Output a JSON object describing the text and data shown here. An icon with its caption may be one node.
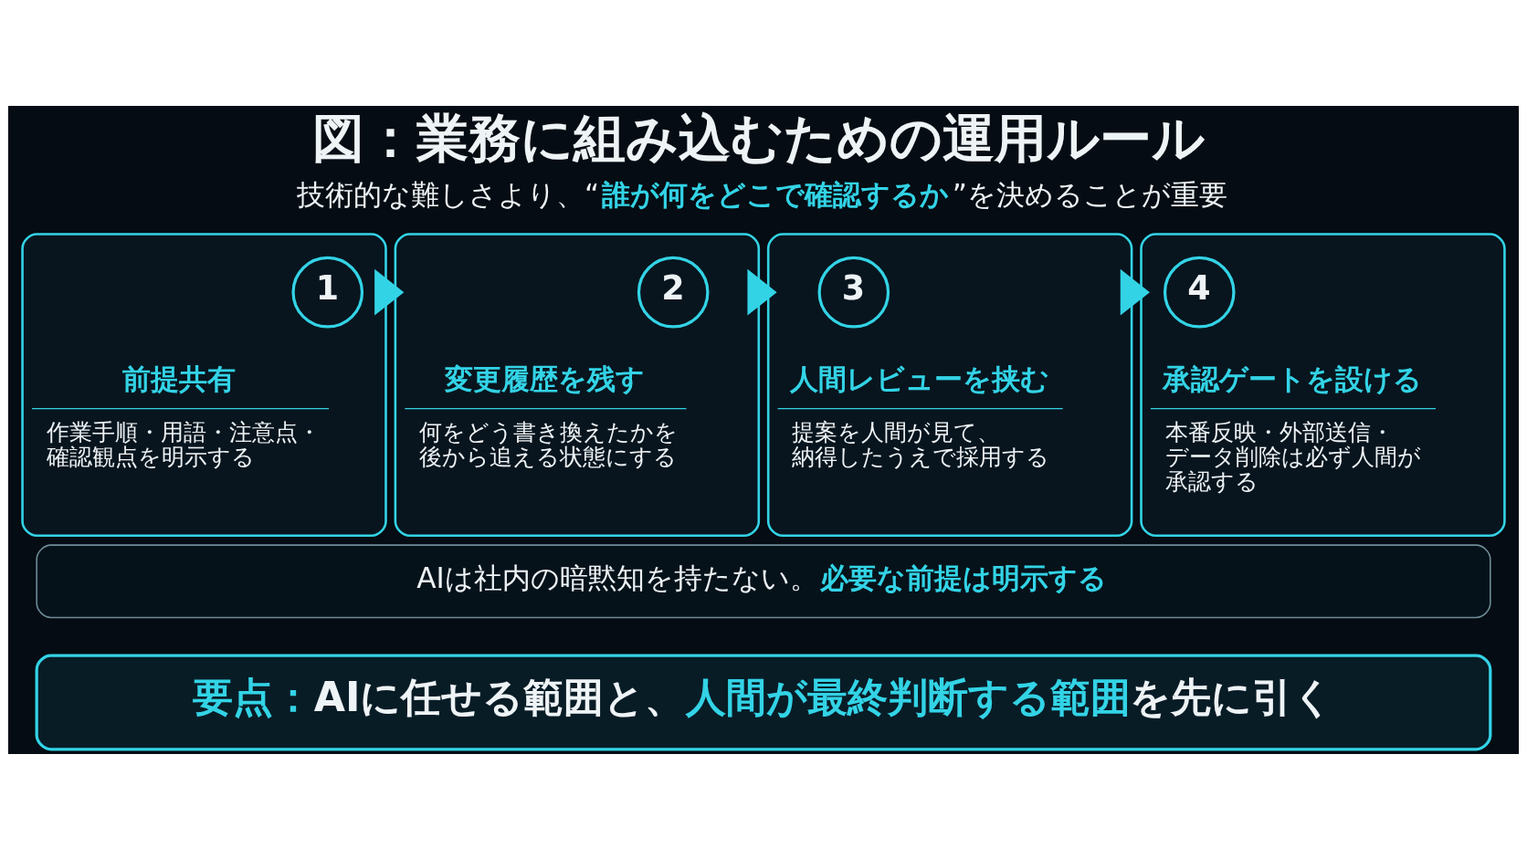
{
  "diagram": {
    "title": "図：業務に組み込むための運用ルール",
    "nodes": [
      {
        "text": [
          "前提共有",
          "作業手順・用語・注意点・確認観点を明示する"
        ]
      },
      {
        "text": [
          "1"
        ],
        "in": 0
      },
      {
        "text": [
          "変更履歴を残す",
          "何をどう書き換えたかを後から追える状態にする"
        ]
      },
      {
        "text": [
          "2"
        ],
        "in": 2
      },
      {
        "text": [
          "人間レビューを挟む",
          "提案を人間が見て、納得したうえで採用する"
        ]
      },
      {
        "text": [
          "3"
        ],
        "in": 4
      },
      {
        "text": [
          "承認ゲートを設ける",
          "本番反映・外部送信・データ削除は必ず人間が承認する"
        ]
      },
      {
        "text": [
          "4"
        ],
        "in": 6
      },
      {
        "text": [
          "AIは社内の暗黙知を持たない。**必要な前提は明示する**"
        ]
      },
      {
        "text": [
          "**要点：**AIに任せる範囲と、**人間が最終判断する範囲**を先に引く"
        ]
      }
    ],
    "edges": [
      {
        "from": 0,
        "to": 2,
        "arrow": "to"
      },
      {
        "from": 2,
        "to": 4,
        "arrow": "to"
      },
      {
        "from": 4,
        "to": 6,
        "arrow": "to"
      }
    ],
    "labels": [
      "技術的な難しさより、“**誰が何をどこで確認するか**”を決めることが重要"
    ]
  }
}
